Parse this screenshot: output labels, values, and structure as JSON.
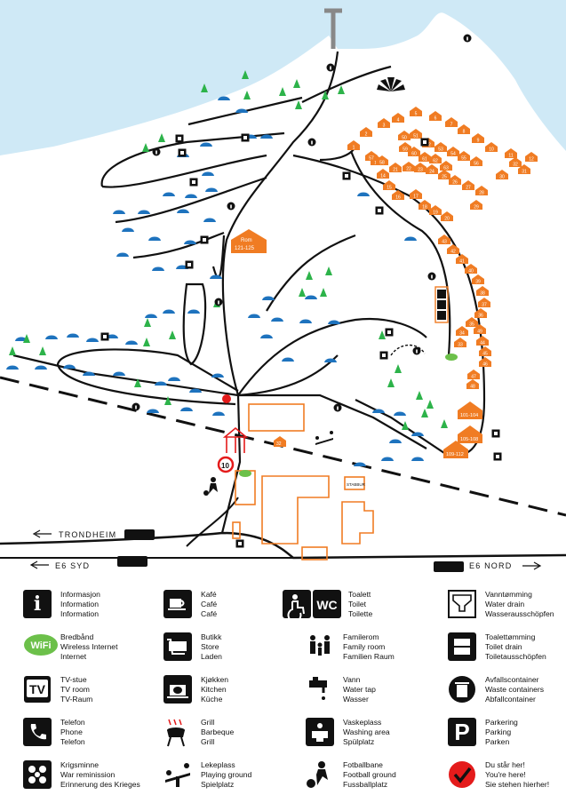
{
  "map": {
    "road_labels": {
      "trondheim": "TRONDHEIM",
      "e6_syd": "E6 SYD",
      "e6_nord": "E6 NORD"
    },
    "buildings": {
      "rom": "Rom",
      "rom_range": "121-125",
      "cabins_a": "101-104",
      "cabins_b": "105-108",
      "cabins_c": "109-112",
      "cabin_32": "32",
      "stabbur": "STABBUR"
    },
    "cabin_numbers_upper": [
      "1",
      "2",
      "3",
      "4",
      "5",
      "6",
      "7",
      "8",
      "9",
      "10",
      "11",
      "12",
      "13",
      "14",
      "15",
      "16",
      "17",
      "18",
      "19",
      "20",
      "21",
      "22",
      "23",
      "24",
      "25",
      "26",
      "27",
      "28",
      "29",
      "30",
      "31",
      "32",
      "33",
      "34",
      "35",
      "36",
      "37",
      "38",
      "39",
      "40",
      "41",
      "42",
      "43",
      "44",
      "45",
      "46",
      "47",
      "48",
      "49",
      "50",
      "51",
      "52",
      "53",
      "54",
      "55",
      "56",
      "57",
      "58",
      "59",
      "60",
      "61",
      "62",
      "63"
    ],
    "speed_sign": "10",
    "colors": {
      "sea": "#cfe9f6",
      "tent": "#1e73be",
      "cabin": "#f07c23",
      "tree": "#2db34a",
      "road": "#111111",
      "wifi": "#6cc04a",
      "here": "#e41b1b"
    }
  },
  "legend": [
    {
      "icon": "info-icon",
      "lines": [
        "Informasjon",
        "Information",
        "Information"
      ]
    },
    {
      "icon": "cafe-icon",
      "lines": [
        "Kafé",
        "Café",
        "Café"
      ]
    },
    {
      "icon": "toilet-icon",
      "lines": [
        "Toalett",
        "Toilet",
        "Toilette"
      ]
    },
    {
      "icon": "water-drain-icon",
      "lines": [
        "Vanntømming",
        "Water drain",
        "Wasserausschöpfen"
      ]
    },
    {
      "icon": "wifi-icon",
      "lines": [
        "Bredbånd",
        "Wireless Internet",
        "Internet"
      ]
    },
    {
      "icon": "store-icon",
      "lines": [
        "Butikk",
        "Store",
        "Laden"
      ]
    },
    {
      "icon": "family-room-icon",
      "lines": [
        "Familerom",
        "Family room",
        "Familien Raum"
      ]
    },
    {
      "icon": "toilet-drain-icon",
      "lines": [
        "Toalettømming",
        "Toilet drain",
        "Toiletausschöpfen"
      ]
    },
    {
      "icon": "tv-icon",
      "lines": [
        "TV-stue",
        "TV room",
        "TV-Raum"
      ]
    },
    {
      "icon": "kitchen-icon",
      "lines": [
        "Kjøkken",
        "Kitchen",
        "Küche"
      ]
    },
    {
      "icon": "water-tap-icon",
      "lines": [
        "Vann",
        "Water tap",
        "Wasser"
      ]
    },
    {
      "icon": "waste-container-icon",
      "lines": [
        "Avfallscontainer",
        "Waste containers",
        "Abfallcontainer"
      ]
    },
    {
      "icon": "phone-icon",
      "lines": [
        "Telefon",
        "Phone",
        "Telefon"
      ]
    },
    {
      "icon": "grill-icon",
      "lines": [
        "Grill",
        "Barbeque",
        "Grill"
      ]
    },
    {
      "icon": "washing-area-icon",
      "lines": [
        "Vaskeplass",
        "Washing area",
        "Spülplatz"
      ]
    },
    {
      "icon": "parking-icon",
      "lines": [
        "Parkering",
        "Parking",
        "Parken"
      ]
    },
    {
      "icon": "war-memorial-icon",
      "lines": [
        "Krigsminne",
        "War reminission",
        "Erinnerung des Krieges"
      ]
    },
    {
      "icon": "playground-icon",
      "lines": [
        "Lekeplass",
        "Playing ground",
        "Spielplatz"
      ]
    },
    {
      "icon": "football-icon",
      "lines": [
        "Fotballbane",
        "Football ground",
        "Fussballplatz"
      ]
    },
    {
      "icon": "you-are-here-icon",
      "lines": [
        "Du står her!",
        "You're here!",
        "Sie stehen hierher!"
      ]
    }
  ],
  "legend_icon_text": {
    "wc": "WC",
    "tv": "TV",
    "wifi": "WiFi",
    "parking": "P",
    "info": "i"
  }
}
